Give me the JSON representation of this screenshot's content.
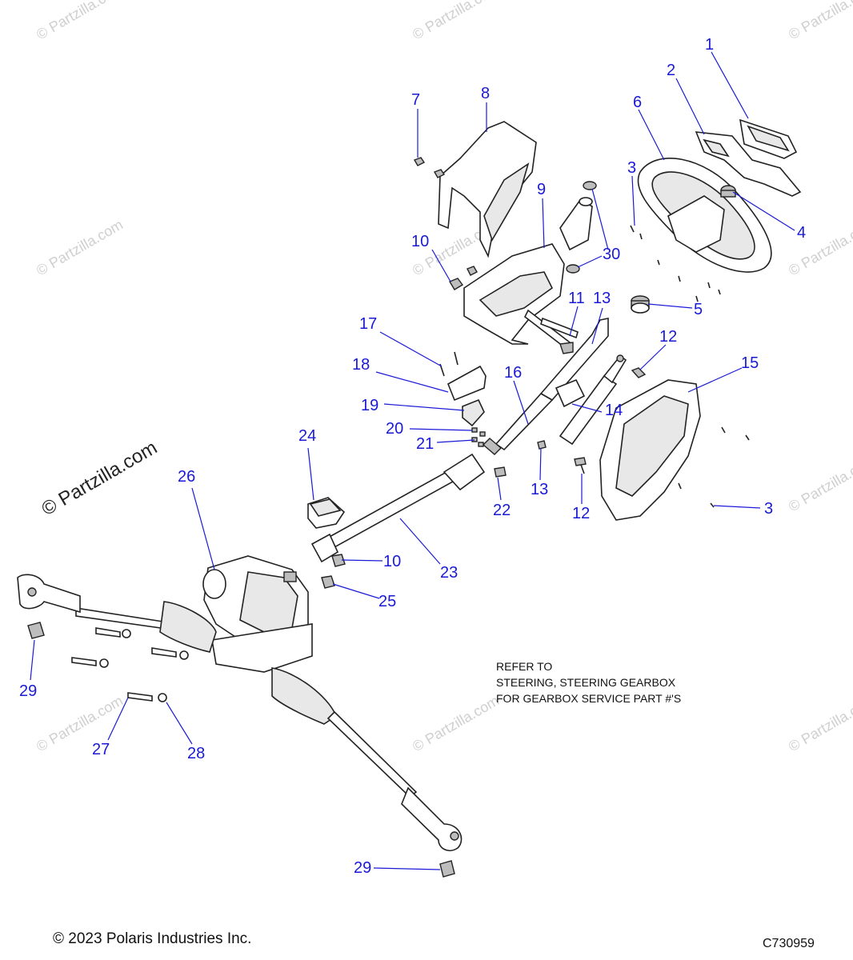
{
  "watermark": {
    "text": "© Partzilla.com"
  },
  "callouts": [
    {
      "id": "c1",
      "label": "1"
    },
    {
      "id": "c2",
      "label": "2"
    },
    {
      "id": "c3a",
      "label": "3"
    },
    {
      "id": "c3b",
      "label": "3"
    },
    {
      "id": "c4",
      "label": "4"
    },
    {
      "id": "c5",
      "label": "5"
    },
    {
      "id": "c6",
      "label": "6"
    },
    {
      "id": "c7",
      "label": "7"
    },
    {
      "id": "c8",
      "label": "8"
    },
    {
      "id": "c9",
      "label": "9"
    },
    {
      "id": "c10a",
      "label": "10"
    },
    {
      "id": "c10b",
      "label": "10"
    },
    {
      "id": "c11",
      "label": "11"
    },
    {
      "id": "c12a",
      "label": "12"
    },
    {
      "id": "c12b",
      "label": "12"
    },
    {
      "id": "c13a",
      "label": "13"
    },
    {
      "id": "c13b",
      "label": "13"
    },
    {
      "id": "c14",
      "label": "14"
    },
    {
      "id": "c15",
      "label": "15"
    },
    {
      "id": "c16",
      "label": "16"
    },
    {
      "id": "c17",
      "label": "17"
    },
    {
      "id": "c18",
      "label": "18"
    },
    {
      "id": "c19",
      "label": "19"
    },
    {
      "id": "c20",
      "label": "20"
    },
    {
      "id": "c21",
      "label": "21"
    },
    {
      "id": "c22",
      "label": "22"
    },
    {
      "id": "c23",
      "label": "23"
    },
    {
      "id": "c24",
      "label": "24"
    },
    {
      "id": "c25",
      "label": "25"
    },
    {
      "id": "c26",
      "label": "26"
    },
    {
      "id": "c27",
      "label": "27"
    },
    {
      "id": "c28",
      "label": "28"
    },
    {
      "id": "c29a",
      "label": "29"
    },
    {
      "id": "c29b",
      "label": "29"
    },
    {
      "id": "c30",
      "label": "30"
    }
  ],
  "note": {
    "line1": "REFER TO",
    "line2": "STEERING, STEERING GEARBOX",
    "line3": "FOR GEARBOX SERVICE PART #'S"
  },
  "footer": {
    "copyright": "© 2023 Polaris Industries Inc.",
    "diagram_code": "C730959"
  },
  "colors": {
    "callout": "#1a1ad6",
    "line_art": "#222222",
    "watermark": "#cfcfcf"
  }
}
